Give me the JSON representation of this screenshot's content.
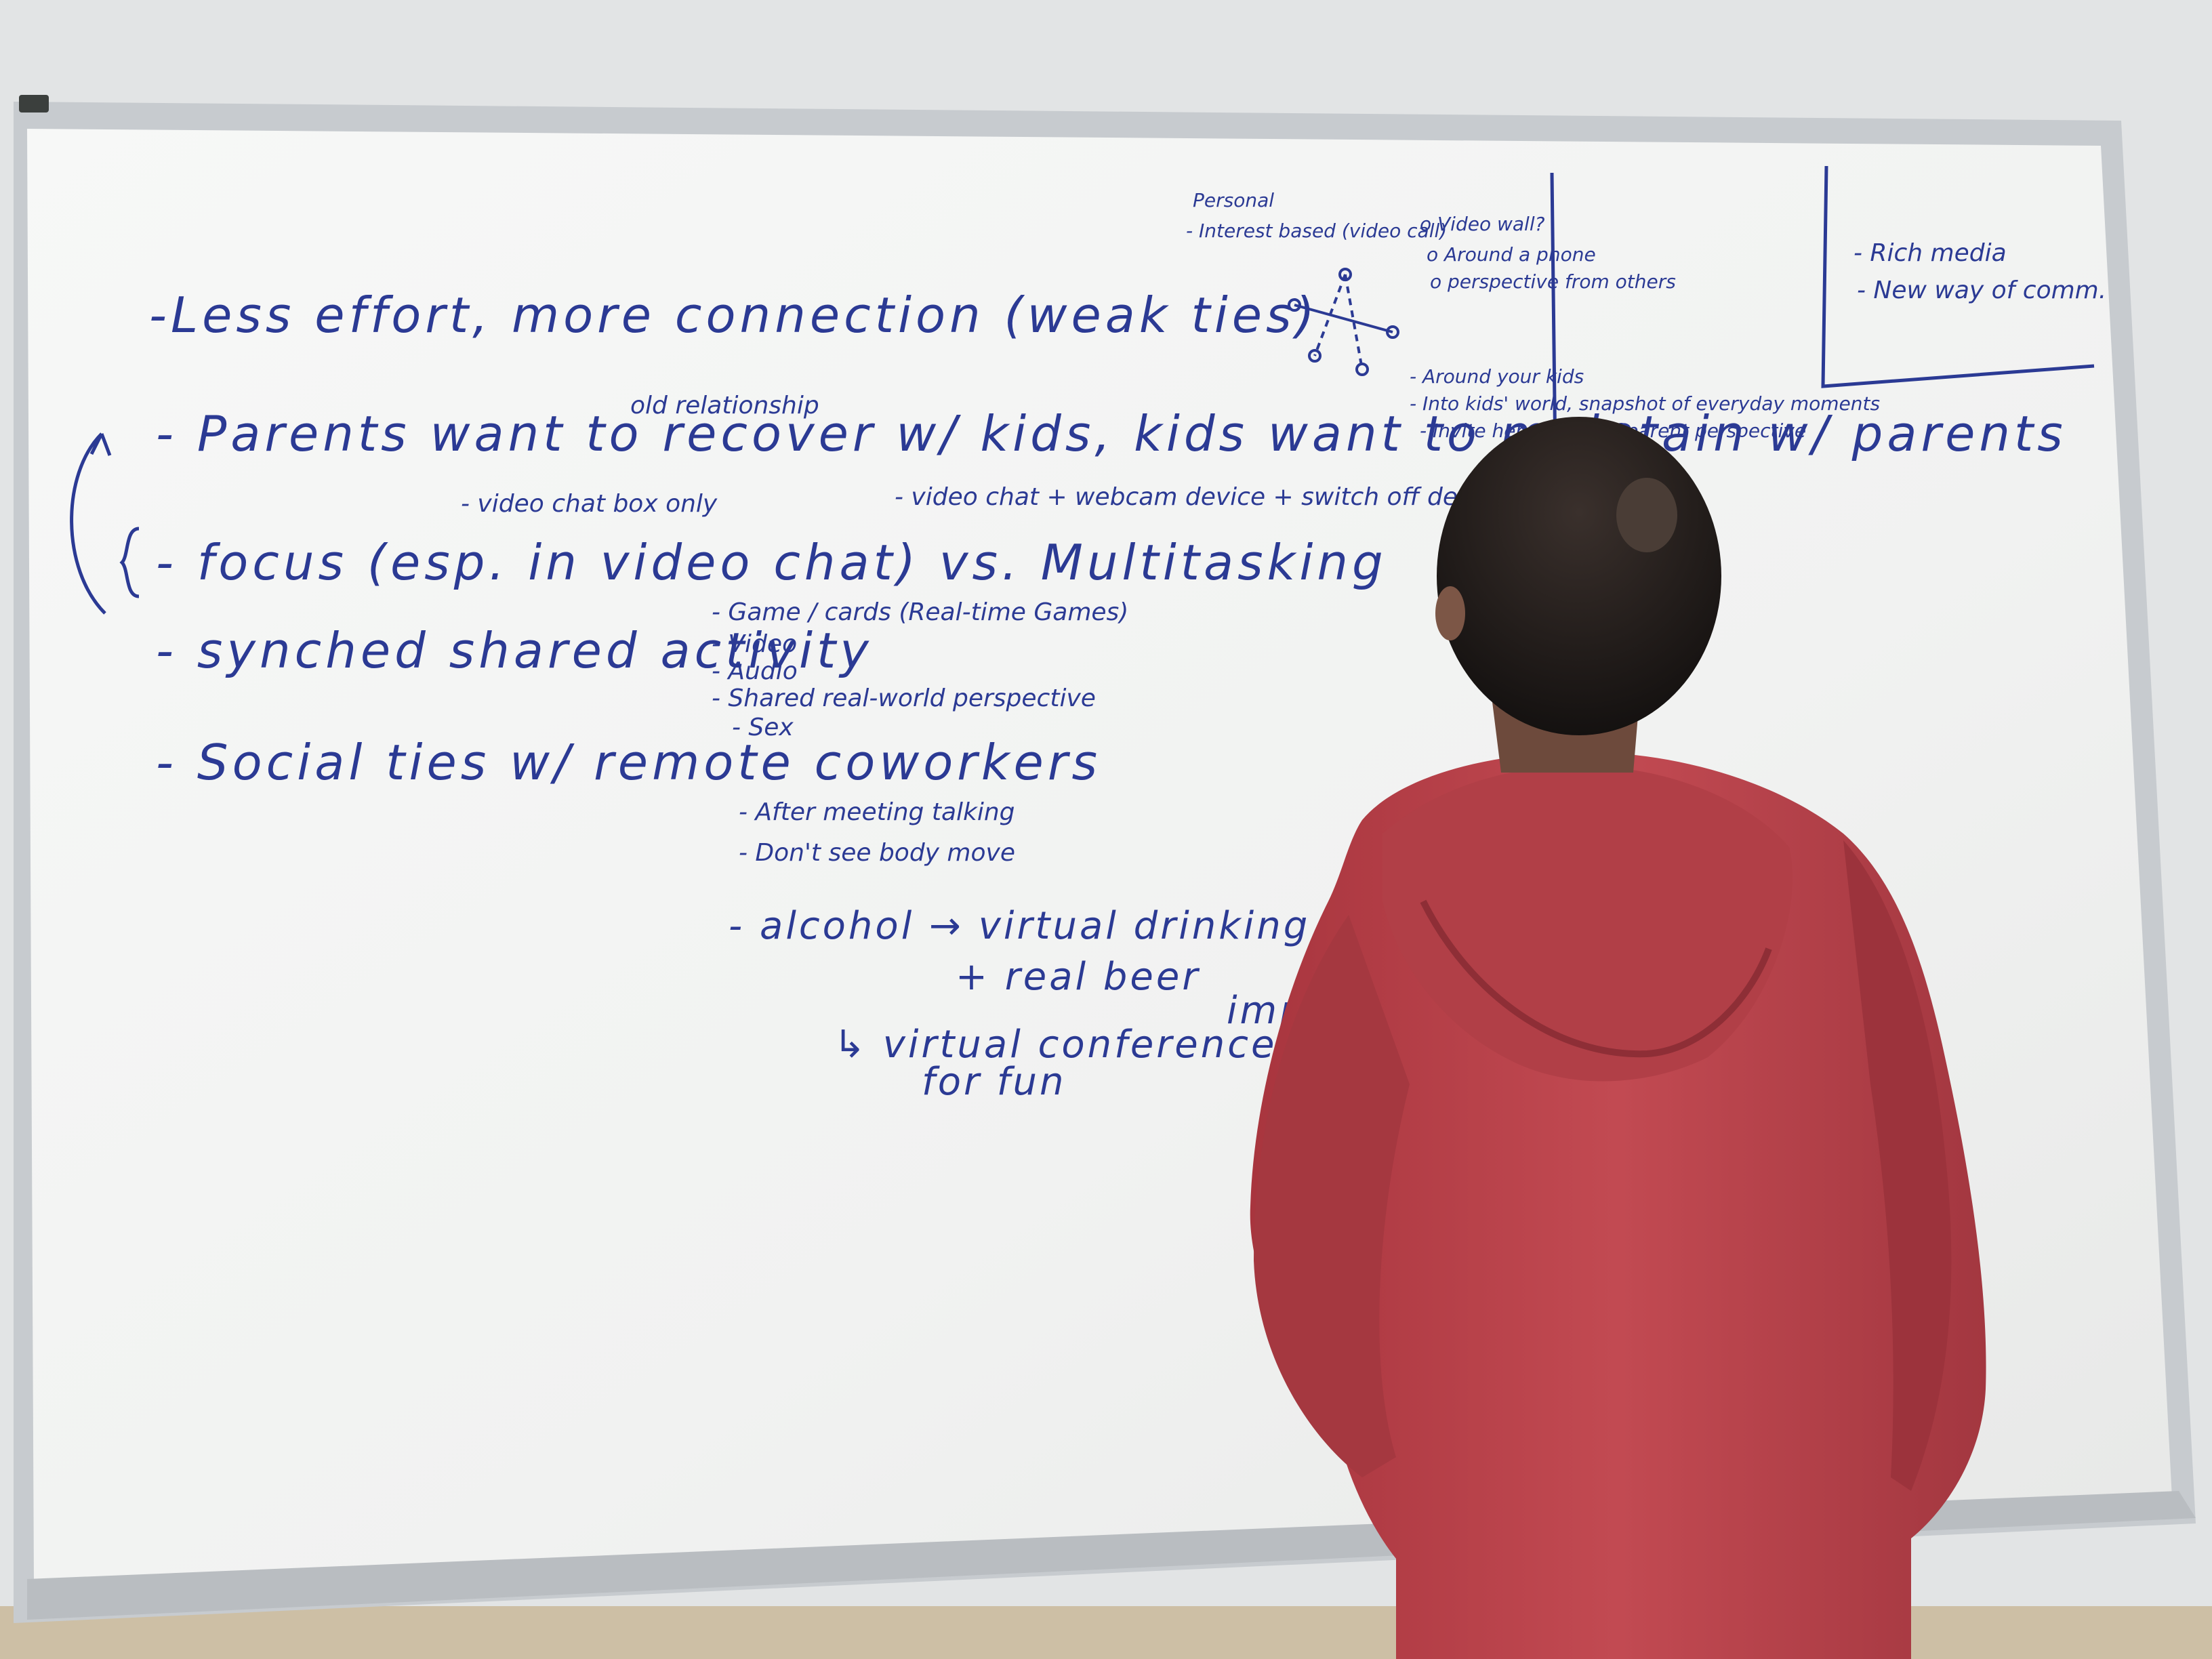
{
  "whiteboard": {
    "main_notes": [
      "-Less effort, more connection (weak ties)",
      "- Parents want to recover w/ kids, kids want to maintain w/ parents",
      "- focus (esp. in video chat) vs. Multitasking",
      "- synched shared activity",
      "- Social ties w/ remote coworkers"
    ],
    "annotations": {
      "old_relationship": "old relationship",
      "video_chat_box_only": "- video chat box only",
      "video_chat_plus": "- video chat + webcam device + switch off device"
    },
    "activity_list": [
      "- Game / cards (Real-time Games)",
      "- Video",
      "- Audio",
      "- Shared real-world perspective",
      "- Sex"
    ],
    "coworker_list": [
      "- After meeting talking",
      "- Don't see body move",
      "- alcohol → virtual drinking game",
      "+ real beer",
      "↳ virtual conference call",
      "for fun",
      "impr"
    ],
    "top_right_notes": {
      "personal": "Personal",
      "interest_based": "- Interest based (video call)",
      "video_wall": "o Video wall?",
      "around_phone": "o Around a phone",
      "perspective": "o perspective from others",
      "around_your_kids": "- Around your kids",
      "into_kids": "- Into kids' world, snapshot of everyday moments",
      "invite": "- Invite her as part of parent perspective"
    },
    "box_notes": [
      "- Rich media",
      "- New way of comm."
    ]
  },
  "colors": {
    "marker": "#2b3a94",
    "hoodie": "#b8434a",
    "hair": "#1e1a19",
    "board": "#f4f5f4",
    "frame": "#c9cccf"
  }
}
